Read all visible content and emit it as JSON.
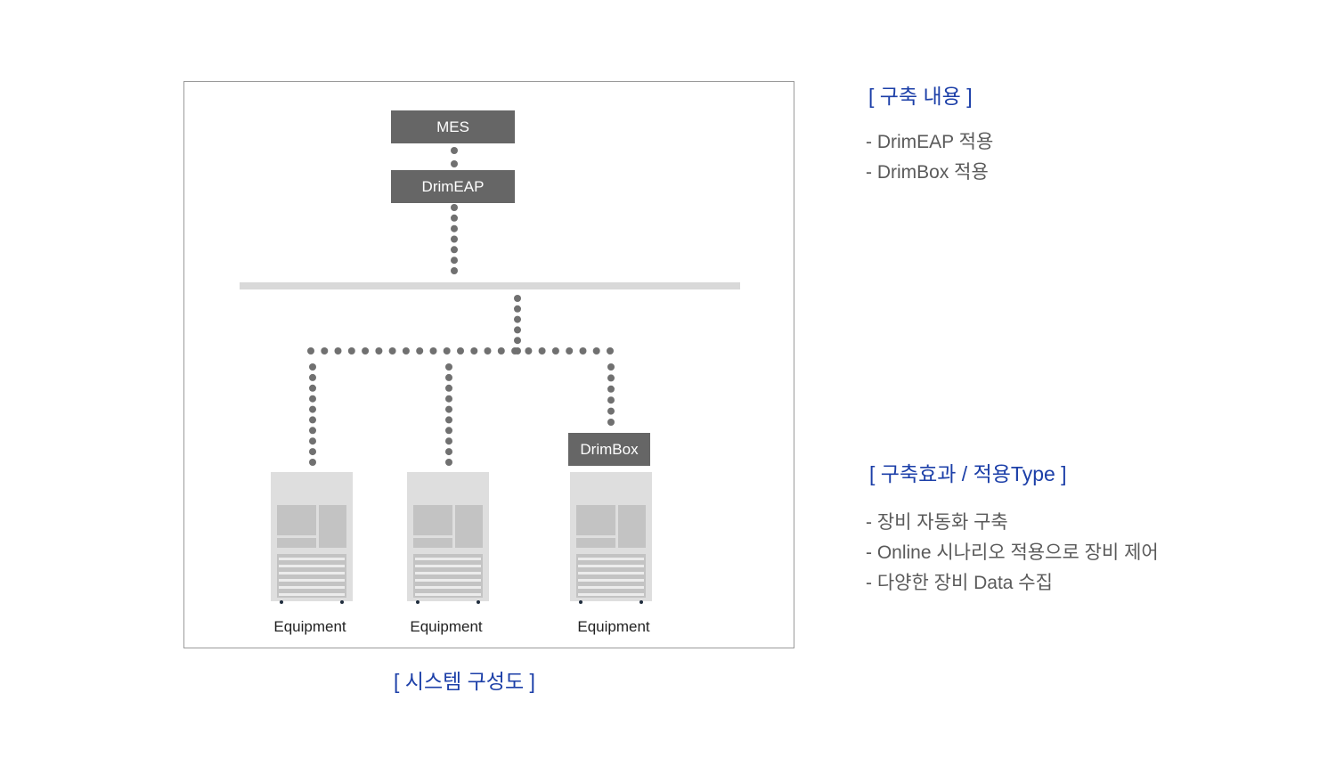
{
  "diagram": {
    "nodes": {
      "mes": "MES",
      "drimeap": "DrimEAP",
      "drimbox": "DrimBox"
    },
    "equipment": [
      {
        "label": "Equipment"
      },
      {
        "label": "Equipment"
      },
      {
        "label": "Equipment"
      }
    ],
    "caption": "[ 시스템 구성도 ]"
  },
  "construction": {
    "title": "[ 구축 내용 ]",
    "items": [
      "- DrimEAP 적용",
      "- DrimBox 적용"
    ]
  },
  "effects": {
    "title": "[ 구축효과 / 적용Type ]",
    "items": [
      "- 장비 자동화 구축",
      "- Online 시나리오 적용으로 장비 제어",
      "- 다양한 장비 Data 수집"
    ]
  },
  "colors": {
    "accent": "#1c3fa8",
    "node_fill": "#666666",
    "connector": "#707070",
    "bus": "#d9d9d9",
    "equipment": "#dedede"
  }
}
